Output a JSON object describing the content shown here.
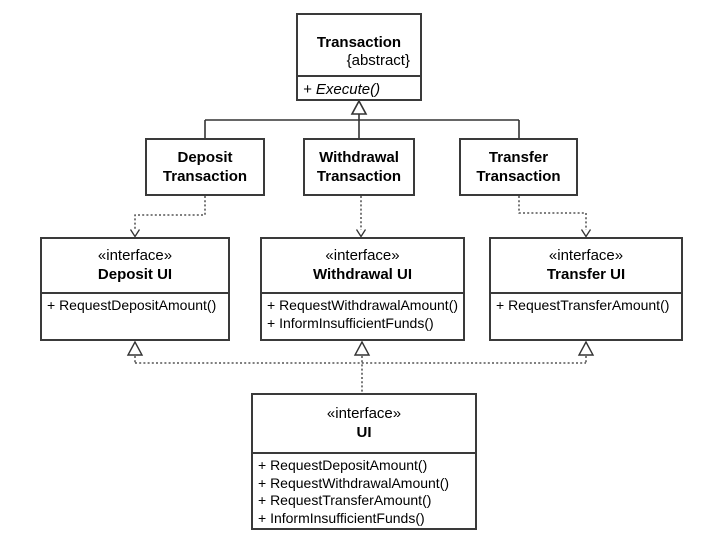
{
  "diagram": {
    "kind": "uml-class-diagram",
    "colors": {
      "background": "#ffffff",
      "line": "#333333",
      "box_border": "#3a3a3a",
      "text": "#000000"
    },
    "classes": {
      "transaction": {
        "name": "Transaction",
        "tag": "{abstract}",
        "methods": [
          "+ Execute()"
        ]
      },
      "deposit_transaction": {
        "name_line1": "Deposit",
        "name_line2": "Transaction"
      },
      "withdrawal_transaction": {
        "name_line1": "Withdrawal",
        "name_line2": "Transaction"
      },
      "transfer_transaction": {
        "name_line1": "Transfer",
        "name_line2": "Transaction"
      },
      "deposit_ui": {
        "stereotype": "«interface»",
        "name": "Deposit UI",
        "methods": [
          "+ RequestDepositAmount()"
        ]
      },
      "withdrawal_ui": {
        "stereotype": "«interface»",
        "name": "Withdrawal UI",
        "methods": [
          "+ RequestWithdrawalAmount()",
          "+ InformInsufficientFunds()"
        ]
      },
      "transfer_ui": {
        "stereotype": "«interface»",
        "name": "Transfer UI",
        "methods": [
          "+ RequestTransferAmount()"
        ]
      },
      "ui": {
        "stereotype": "«interface»",
        "name": "UI",
        "methods": [
          "+ RequestDepositAmount()",
          "+ RequestWithdrawalAmount()",
          "+ RequestTransferAmount()",
          "+ InformInsufficientFunds()"
        ]
      }
    },
    "relationships": [
      {
        "type": "generalization",
        "from": "DepositTransaction",
        "to": "Transaction"
      },
      {
        "type": "generalization",
        "from": "WithdrawalTransaction",
        "to": "Transaction"
      },
      {
        "type": "generalization",
        "from": "TransferTransaction",
        "to": "Transaction"
      },
      {
        "type": "dependency",
        "from": "DepositTransaction",
        "to": "Deposit UI"
      },
      {
        "type": "dependency",
        "from": "WithdrawalTransaction",
        "to": "Withdrawal UI"
      },
      {
        "type": "dependency",
        "from": "TransferTransaction",
        "to": "Transfer UI"
      },
      {
        "type": "realization",
        "from": "UI",
        "to": "Deposit UI"
      },
      {
        "type": "realization",
        "from": "UI",
        "to": "Withdrawal UI"
      },
      {
        "type": "realization",
        "from": "UI",
        "to": "Transfer UI"
      }
    ]
  }
}
